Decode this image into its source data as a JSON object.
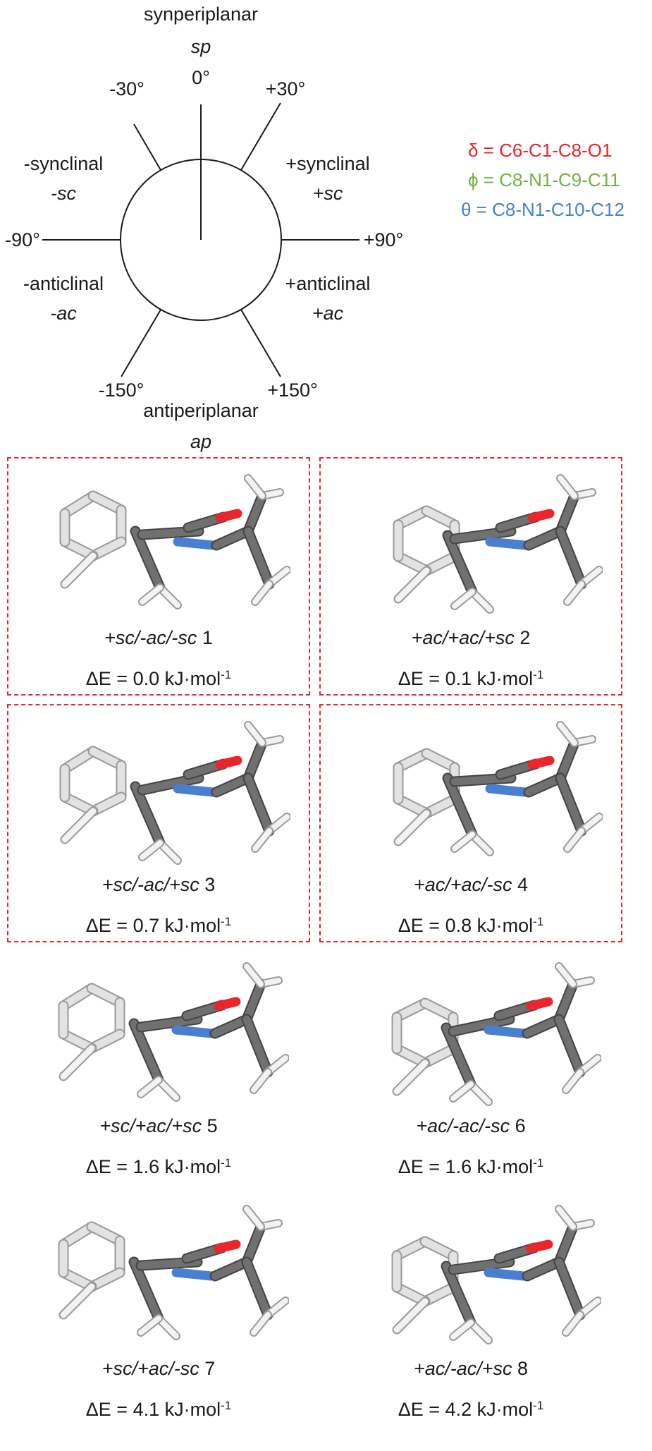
{
  "dial": {
    "top_name": "synperiplanar",
    "top_abbr": "sp",
    "top_angle": "0°",
    "bottom_name": "antiperiplanar",
    "bottom_abbr": "ap",
    "m30": "-30°",
    "p30": "+30°",
    "m90": "-90°",
    "p90": "+90°",
    "m150": "-150°",
    "p150": "+150°",
    "m_synclinal": "-synclinal",
    "m_sc": "-sc",
    "p_synclinal": "+synclinal",
    "p_sc": "+sc",
    "m_anticlinal": "-anticlinal",
    "m_ac": "-ac",
    "p_anticlinal": "+anticlinal",
    "p_ac": "+ac"
  },
  "legend": [
    {
      "text": "δ = C6-C1-C8-O1",
      "color": "#e8262b"
    },
    {
      "text": "ϕ = C8-N1-C9-C11",
      "color": "#72b043"
    },
    {
      "text": "θ = C8-N1-C10-C12",
      "color": "#4a7fcf"
    }
  ],
  "energy_prefix": "ΔE = ",
  "energy_unit": " kJ·mol",
  "energy_exp": "-1",
  "conformers": [
    {
      "name": "+sc/-ac/-sc",
      "num": " 1",
      "energy": "0.0",
      "boxed": true
    },
    {
      "name": "+ac/+ac/+sc",
      "num": " 2",
      "energy": "0.1",
      "boxed": true
    },
    {
      "name": "+sc/-ac/+sc",
      "num": " 3",
      "energy": "0.7",
      "boxed": true
    },
    {
      "name": "+ac/+ac/-sc",
      "num": " 4",
      "energy": "0.8",
      "boxed": true
    },
    {
      "name": "+sc/+ac/+sc",
      "num": " 5",
      "energy": "1.6",
      "boxed": false
    },
    {
      "name": "+ac/-ac/-sc",
      "num": " 6",
      "energy": "1.6",
      "boxed": false
    },
    {
      "name": "+sc/+ac/-sc",
      "num": " 7",
      "energy": "4.1",
      "boxed": false
    },
    {
      "name": "+ac/-ac/+sc",
      "num": " 8",
      "energy": "4.2",
      "boxed": false
    }
  ],
  "colors": {
    "box": "#e8262b",
    "oxygen": "#e8262b",
    "nitrogen": "#4a7fcf",
    "carbon_dark": "#707070",
    "carbon_light": "#e2e2e2",
    "hydrogen": "#f2f2f2"
  }
}
